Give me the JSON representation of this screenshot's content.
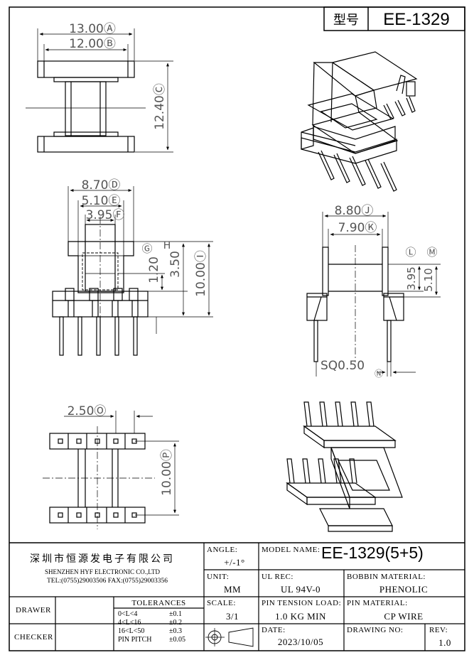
{
  "title_box": {
    "label": "型号",
    "value": "EE-1329"
  },
  "views": {
    "top": {
      "dims": [
        "13.00Ⓐ",
        "12.00Ⓑ",
        "12.40Ⓒ"
      ]
    },
    "front": {
      "dims": [
        "8.70Ⓓ",
        "5.10Ⓔ",
        "3.95Ⓕ",
        "Ⓖ",
        "H",
        "1.20",
        "3.50",
        "10.00Ⓘ"
      ]
    },
    "side": {
      "dims": [
        "8.80Ⓙ",
        "7.90Ⓚ",
        "Ⓛ",
        "Ⓜ",
        "3.95",
        "5.10",
        "SQ0.50",
        "Ⓝ"
      ]
    },
    "bottom": {
      "dims": [
        "2.50Ⓞ",
        "10.00Ⓟ"
      ]
    }
  },
  "title_block": {
    "company_cn": "深圳市恒源发电子有限公司",
    "company_en": "SHENZHEN HYF ELECTRONIC CO.,LTD",
    "contact": "TEL:(0755)29003506   FAX:(0755)29003356",
    "angle_label": "ANGLE:",
    "angle_value": "+/-1°",
    "model_label": "MODEL NAME:",
    "model_value": "EE-1329(5+5)",
    "unit_label": "UNIT:",
    "unit_value": "MM",
    "ul_label": "UL REC:",
    "ul_value": "UL 94V-0",
    "bobbin_label": "BOBBIN MATERIAL:",
    "bobbin_value": "PHENOLIC",
    "drawer_label": "DRAWER",
    "checker_label": "CHECKER",
    "tolerances_title": "TOLERANCES",
    "tolerances": [
      {
        "range": "0<L<4",
        "value": "±0.1"
      },
      {
        "range": "4<L<16",
        "value": "±0.2"
      },
      {
        "range": "16<L<50",
        "value": "±0.3"
      },
      {
        "range": "PIN PITCH",
        "value": "±0.05"
      }
    ],
    "scale_label": "SCALE:",
    "scale_value": "3/1",
    "pin_tension_label": "PIN TENSION LOAD:",
    "pin_tension_value": "1.0 KG MIN",
    "pin_material_label": "PIN MATERIAL:",
    "pin_material_value": "CP WIRE",
    "date_label": "DATE:",
    "date_value": "2023/10/05",
    "drawing_no_label": "DRAWING NO:",
    "rev_label": "REV:",
    "rev_value": "1.0"
  }
}
